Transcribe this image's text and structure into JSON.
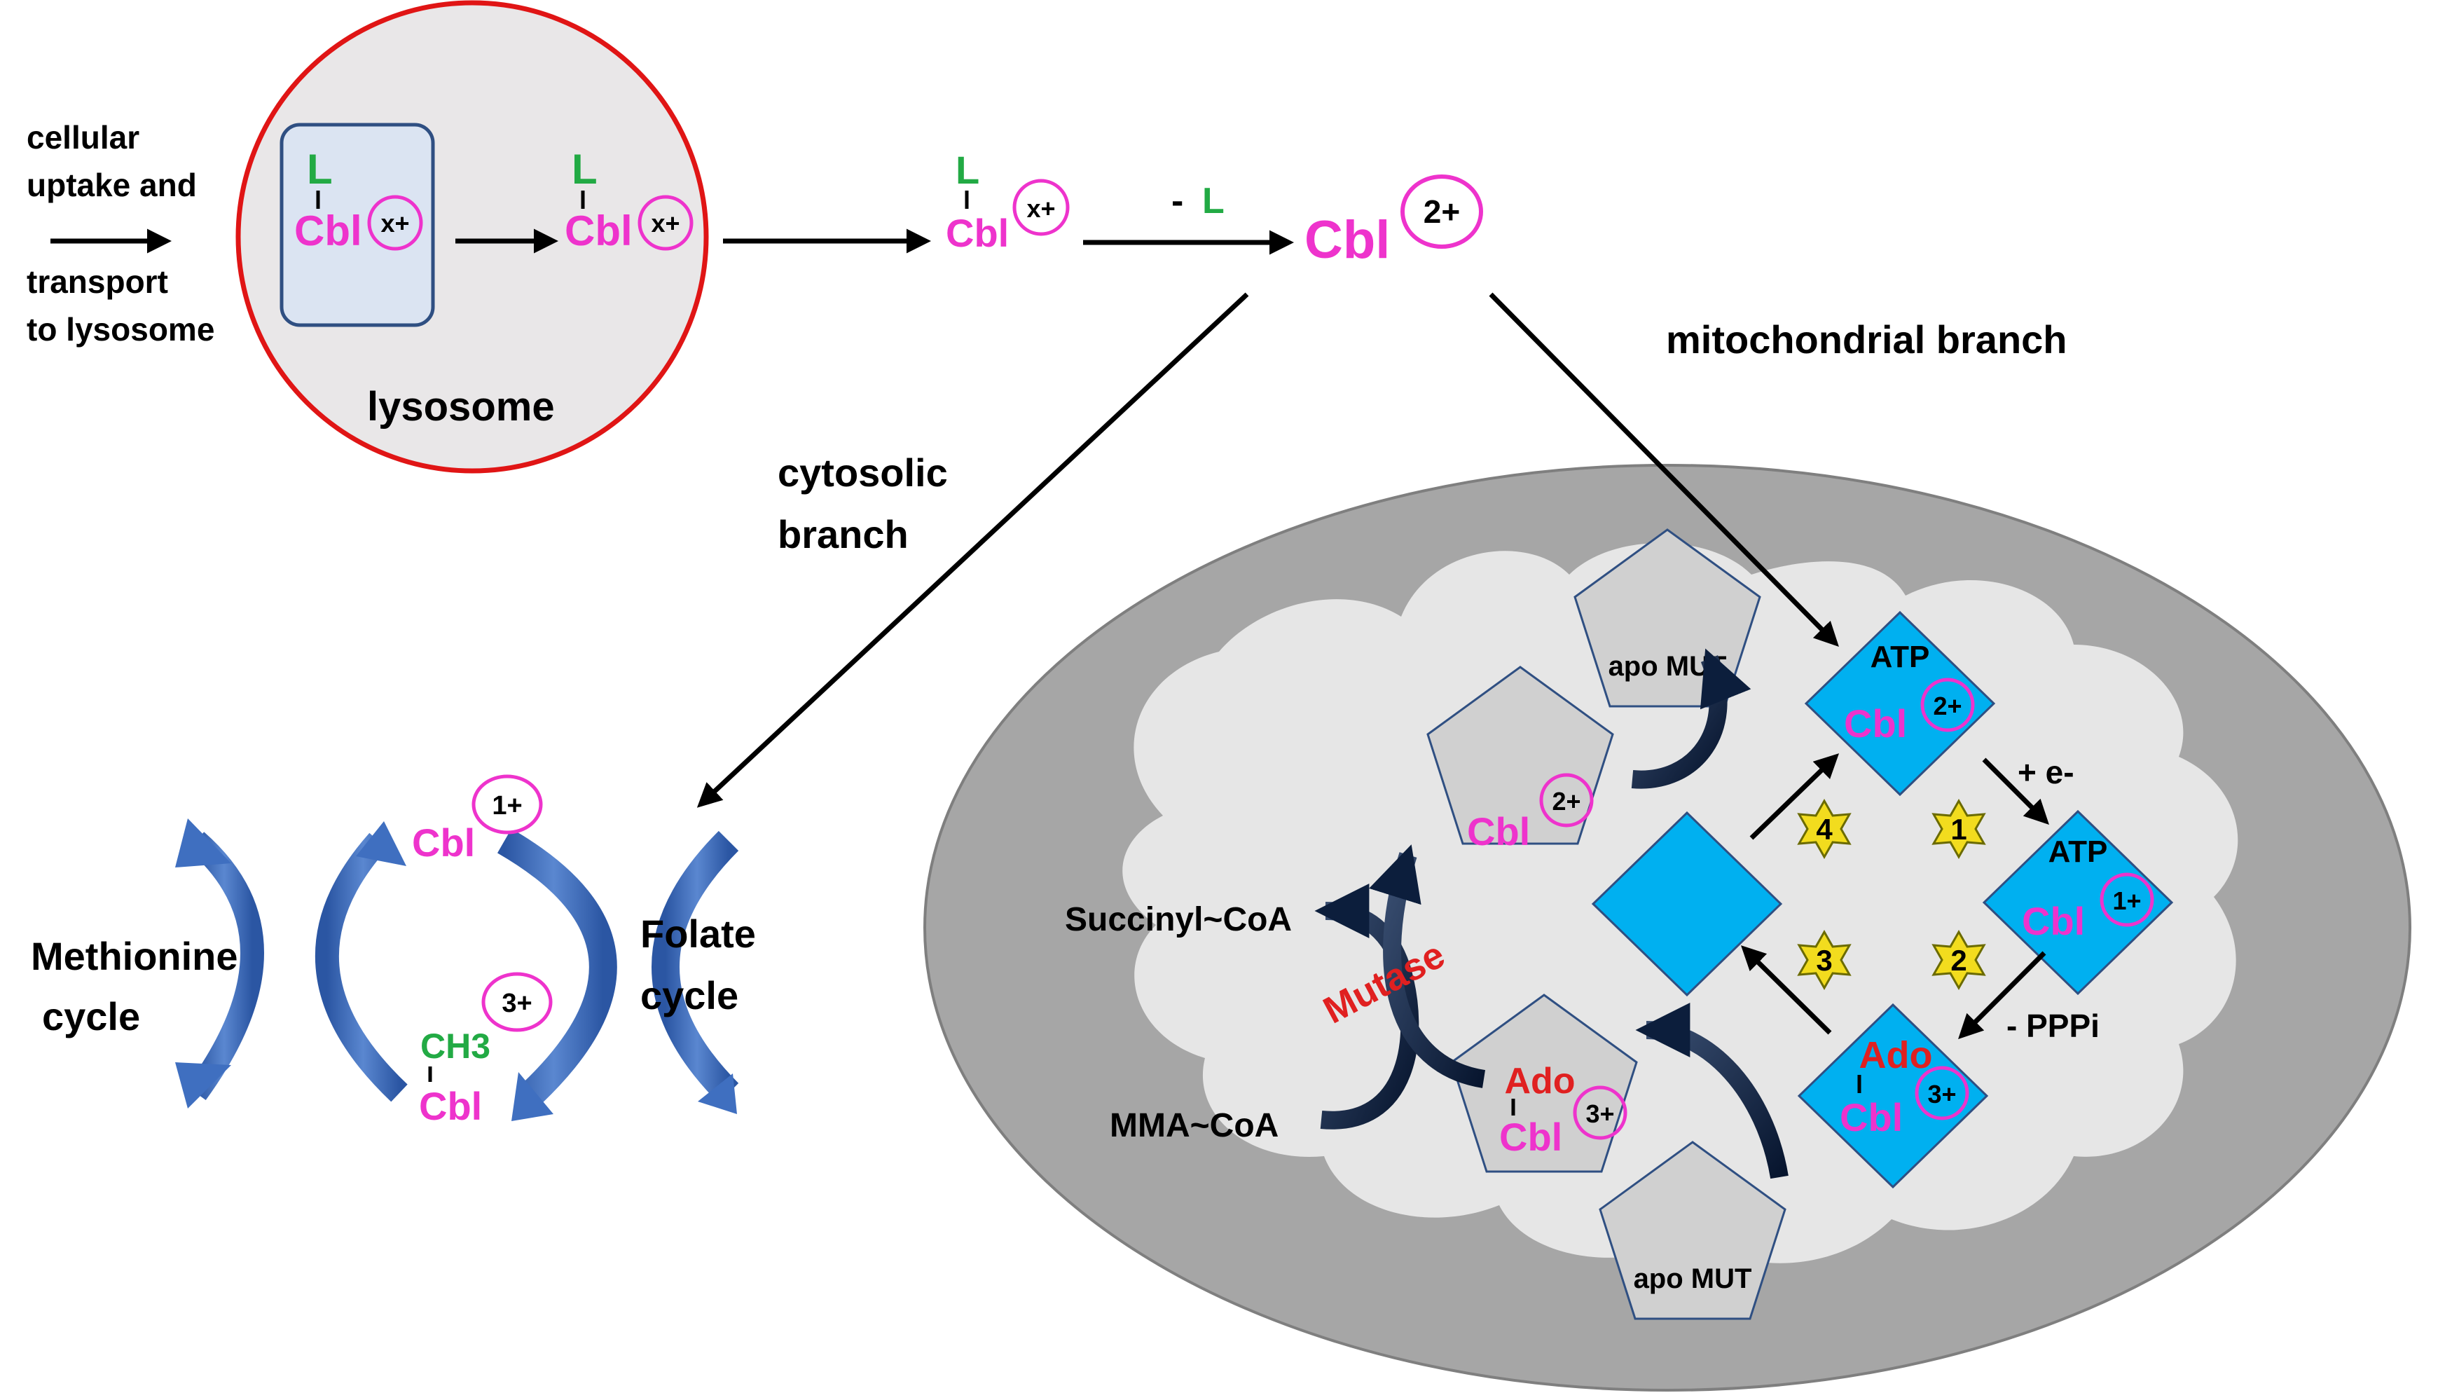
{
  "colors": {
    "cobalamin": "#ee33cc",
    "ligand": "#22aa44",
    "ado": "#e02020",
    "lysosome_border": "#e01515",
    "enzyme_blue": "#00b0f0",
    "arc_blue": "#3f6fc0",
    "star": "#f2dc1e",
    "mito_outer": "#a6a6a6",
    "mito_inner": "#e6e6e6"
  },
  "uptake": {
    "line1": "cellular",
    "line2": "uptake and",
    "line3": "transport",
    "line4": "to lysosome"
  },
  "lysosome": {
    "label": "lysosome",
    "ligand": "L",
    "cbl": "Cbl",
    "charge": "x+"
  },
  "released": {
    "ligand": "L",
    "cbl": "Cbl",
    "charge": "x+"
  },
  "dealkylation": {
    "minus": "-",
    "ligand": "L"
  },
  "central": {
    "cbl": "Cbl",
    "charge": "2+"
  },
  "branches": {
    "cytosolic_1": "cytosolic",
    "cytosolic_2": "branch",
    "mitochondrial": "mitochondrial branch"
  },
  "cytosol": {
    "methionine_1": "Methionine",
    "methionine_2": "cycle",
    "folate_1": "Folate",
    "folate_2": "cycle",
    "cbl_top": "Cbl",
    "charge_top": "1+",
    "ch3": "CH3",
    "cbl_bottom": "Cbl",
    "charge_bottom": "3+"
  },
  "mito": {
    "atp": "ATP",
    "cbl": "Cbl",
    "charge_2": "2+",
    "charge_1": "1+",
    "charge_3": "3+",
    "plus_e": "+ e-",
    "minus_pppi": "- PPPi",
    "ado": "Ado",
    "apo_mut": "apo MUT",
    "succinyl": "Succinyl~CoA",
    "mma": "MMA~CoA",
    "mutase": "Mutase",
    "steps": [
      "1",
      "2",
      "3",
      "4"
    ]
  }
}
